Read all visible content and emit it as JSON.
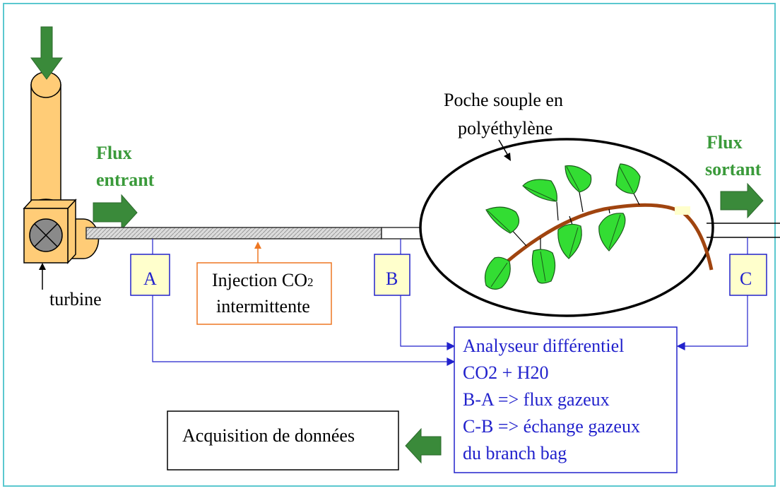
{
  "labels": {
    "flux_entrant_line1": "Flux",
    "flux_entrant_line2": "entrant",
    "flux_sortant_line1": "Flux",
    "flux_sortant_line2": "sortant",
    "turbine": "turbine",
    "poche_line1": "Poche souple en",
    "poche_line2": "polyéthylène",
    "sensor_a": "A",
    "sensor_b": "B",
    "sensor_c": "C",
    "injection_line1": "Injection CO",
    "injection_subscript": "2",
    "injection_line2": "intermittente",
    "analyseur_line1": "Analyseur différentiel",
    "analyseur_line2": "CO2 + H20",
    "analyseur_line3": "B-A => flux gazeux",
    "analyseur_line4": "C-B => échange gazeux",
    "analyseur_line5": "du branch bag",
    "acquisition": "Acquisition de données"
  },
  "colors": {
    "frame": "#5bc8cf",
    "pipe_orange": "#ffcc77",
    "arrow_green": "#3a8a3a",
    "flux_text": "#3a9a3a",
    "leaf": "#33dd33",
    "branch": "#a0440f",
    "sensor_fill": "#ffffcc",
    "blue_line": "#2222cc",
    "injection_border": "#ee7722"
  }
}
